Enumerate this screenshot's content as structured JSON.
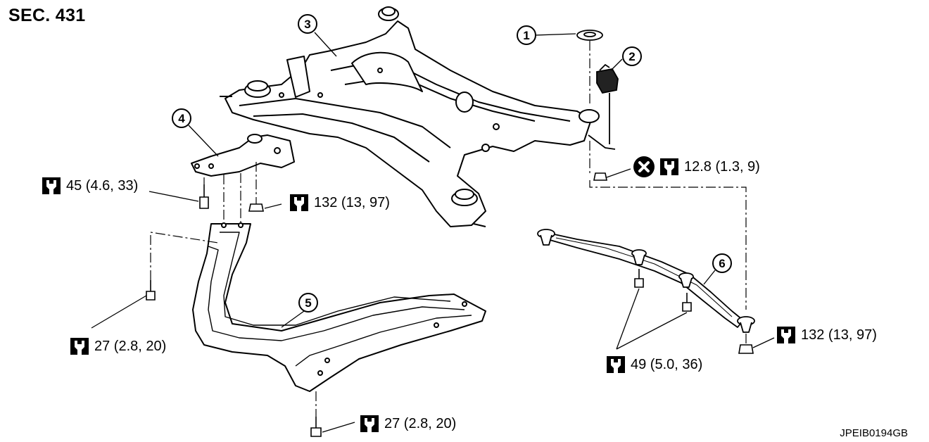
{
  "section": "SEC. 431",
  "figure_id": "JPEIB0194GB",
  "callouts": [
    "1",
    "2",
    "3",
    "4",
    "5",
    "6"
  ],
  "torques": {
    "t45": "45 (4.6, 33)",
    "t132a": "132 (13, 97)",
    "t128": "12.8 (1.3, 9)",
    "t27a": "27 (2.8, 20)",
    "t27b": "27 (2.8, 20)",
    "t49": "49 (5.0, 36)",
    "t132b": "132 (13, 97)"
  },
  "icons": {
    "torque": "wrench-torque-icon",
    "no_reuse": "do-not-reuse-icon"
  }
}
